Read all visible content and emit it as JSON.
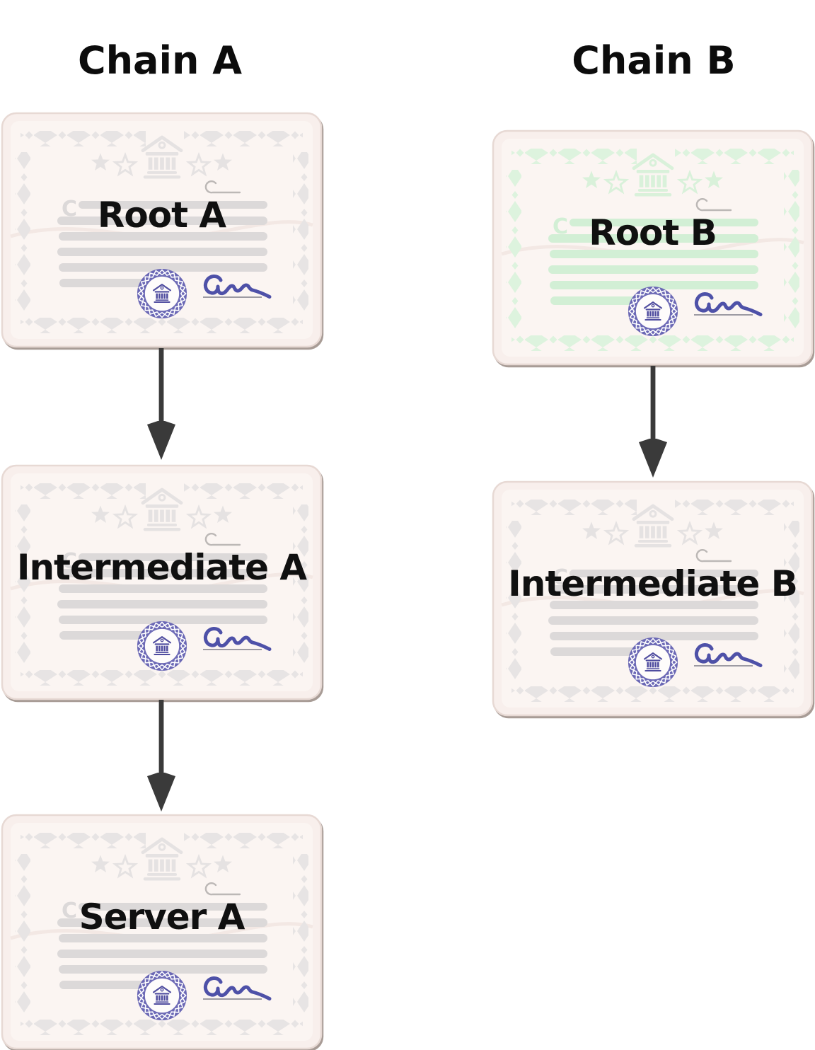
{
  "diagram": {
    "watermark_letter": "C",
    "columns": [
      {
        "title": "Chain A",
        "certificates": [
          {
            "label": "Root A",
            "tint": "gray"
          },
          {
            "label": "Intermediate A",
            "tint": "gray"
          },
          {
            "label": "Server A",
            "tint": "gray"
          }
        ]
      },
      {
        "title": "Chain B",
        "certificates": [
          {
            "label": "Root B",
            "tint": "green"
          },
          {
            "label": "Intermediate B",
            "tint": "gray"
          }
        ]
      }
    ]
  },
  "icons": {
    "bank_icon": "classical-building",
    "star_filled_icon": "★",
    "star_outline_icon": "☆",
    "seal_icon": "lattice-ring-seal",
    "signature_icon": "handwritten-signature",
    "hook_icon": "ribbon-hook",
    "arrow_down_icon": "↓"
  },
  "colors": {
    "page_background": "#ffffff",
    "heading_text": "#0c0c0c",
    "certificate_label_text": "#101010",
    "arrow": "#3a3a3a",
    "card_fill": "#f8efec",
    "card_inner_fill": "#fbf5f2",
    "card_border": "#e7d9d4",
    "card_edge_shadow": "#604a40",
    "decor_gray": "#e7e4e4",
    "decor_gray_strong": "#dcd9d9",
    "decor_green": "#ddf3de",
    "decor_green_strong": "#d2efd5",
    "seal_ring": "#6b68b5",
    "seal_emblem": "#4f4c9f",
    "signature_ink": "#4e51a8",
    "signature_underline": "#8f8d96",
    "hook": "#bcb8b6"
  }
}
